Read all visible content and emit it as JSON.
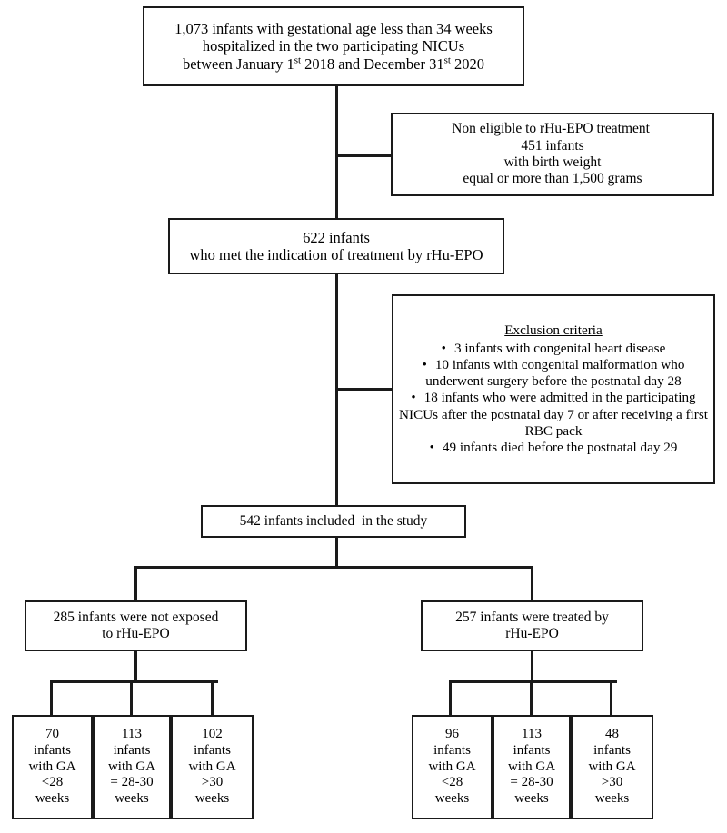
{
  "figure": {
    "type": "flowchart",
    "title": "Study population flow diagram"
  },
  "nodes": {
    "total": {
      "lines": [
        "1,073 infants with gestational age less than 34 weeks",
        "hospitalized in the two participating NICUs",
        "between January 1st 2018 and December 31st 2020"
      ],
      "line3_parts": {
        "a": "between January 1",
        "sup1": "st",
        "b": " 2018 and December 31",
        "sup2": "st",
        "c": " 2020"
      }
    },
    "not_eligible": {
      "heading": "Non eligible to rHu-EPO treatment ",
      "lines": [
        "451 infants",
        "with birth weight",
        "equal or more than 1,500 grams"
      ]
    },
    "met_indication": {
      "lines": [
        "622 infants",
        "who met the indication of treatment by rHu-EPO"
      ]
    },
    "exclusion": {
      "heading": "Exclusion criteria",
      "bullet_glyph": "•",
      "items": [
        "3 infants with congenital heart disease",
        "10 infants with congenital malformation who underwent surgery before the postnatal day 28",
        "18 infants who were admitted  in  the participating NICUs after the postnatal day 7 or after receiving a first RBC pack",
        "49 infants died before the postnatal day 29"
      ]
    },
    "included": {
      "lines": [
        "542 infants included  in the study"
      ]
    },
    "not_exposed": {
      "lines": [
        "285 infants were not exposed",
        "to rHu-EPO"
      ]
    },
    "treated": {
      "lines": [
        "257 infants were treated by",
        "rHu-EPO"
      ]
    }
  },
  "leaves": {
    "not_exposed": [
      {
        "count": "70",
        "l2": "infants",
        "l3": "with GA",
        "l4": "<28",
        "l5": "weeks"
      },
      {
        "count": "113",
        "l2": "infants",
        "l3": "with GA",
        "l4": "= 28-30",
        "l5": "weeks"
      },
      {
        "count": "102",
        "l2": "infants",
        "l3": "with GA",
        "l4": ">30",
        "l5": "weeks"
      }
    ],
    "treated": [
      {
        "count": "96",
        "l2": "infants",
        "l3": "with GA",
        "l4": "<28",
        "l5": "weeks"
      },
      {
        "count": "113",
        "l2": "infants",
        "l3": "with GA",
        "l4": "= 28-30",
        "l5": "weeks"
      },
      {
        "count": "48",
        "l2": "infants",
        "l3": "with GA",
        "l4": ">30",
        "l5": "weeks"
      }
    ]
  },
  "colors": {
    "line": "#1a1a1a",
    "background": "#ffffff",
    "text": "#000000"
  }
}
